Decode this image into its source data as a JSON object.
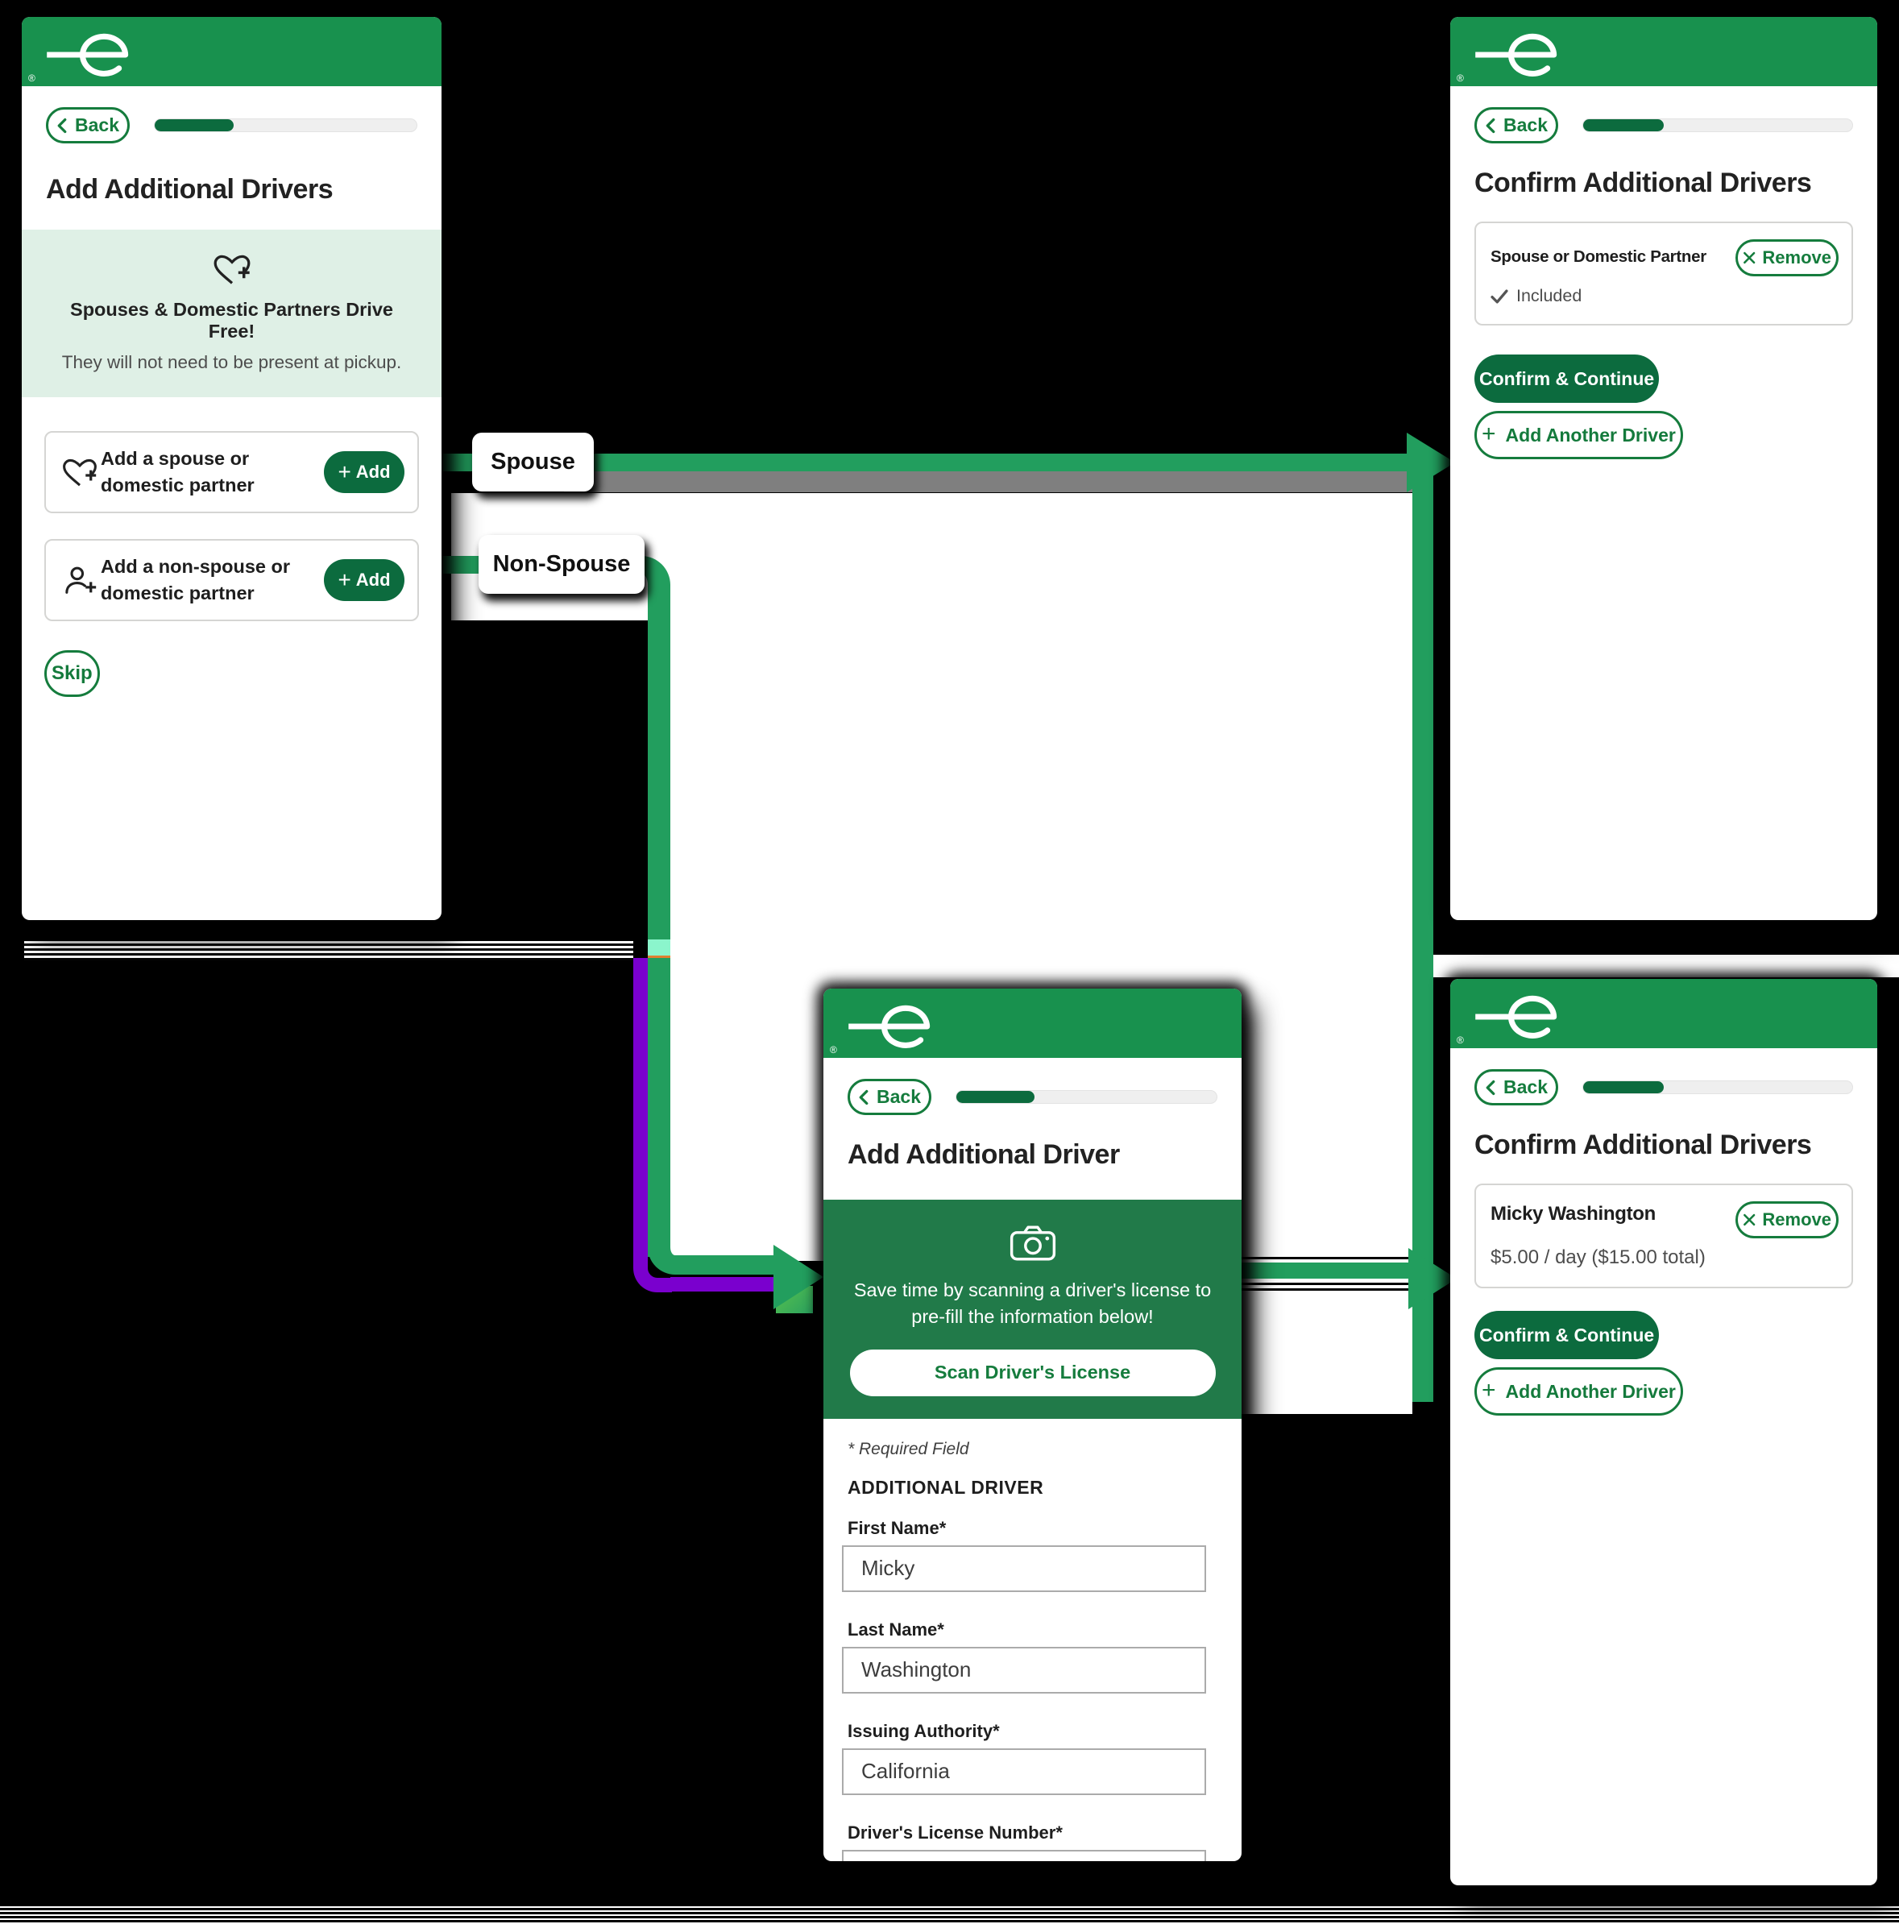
{
  "colors": {
    "brand_green": "#18914E",
    "panel_green": "#217A49",
    "dark_green": "#0C6B3E",
    "outline_green": "#157C3D",
    "connector_green": "#229E5E",
    "connector_purple": "#7A00CE",
    "connector_gray": "#7F7F7F",
    "banner_green": "#DFF0E6"
  },
  "icons": {
    "logo": "enterprise-logo",
    "trademark": "®",
    "back": "chevron-left-icon",
    "heart": "heart-plus-icon",
    "person": "person-plus-icon",
    "camera": "camera-icon",
    "check": "check-icon",
    "close": "close-icon"
  },
  "connectors": {
    "spouse_label": "Spouse",
    "non_spouse_label": "Non-Spouse"
  },
  "screens": {
    "add_drivers": {
      "back_label": "Back",
      "progress_pct": 30,
      "title": "Add Additional Drivers",
      "banner": {
        "title": "Spouses & Domestic Partners Drive Free!",
        "subtitle": "They will not need to be present at pickup."
      },
      "options": [
        {
          "label": "Add a spouse or domestic partner",
          "button": "Add"
        },
        {
          "label": "Add a non-spouse or domestic partner",
          "button": "Add"
        }
      ],
      "skip_label": "Skip"
    },
    "confirm_spouse": {
      "back_label": "Back",
      "progress_pct": 30,
      "title": "Confirm Additional Drivers",
      "card": {
        "name": "Spouse or Domestic Partner",
        "remove_label": "Remove",
        "status": "Included"
      },
      "confirm_label": "Confirm & Continue",
      "add_another_label": "Add Another Driver"
    },
    "add_driver_form": {
      "back_label": "Back",
      "progress_pct": 30,
      "title": "Add Additional Driver",
      "scan_panel": {
        "text": "Save time by scanning a driver's license to pre-fill the information below!",
        "button": "Scan Driver's License"
      },
      "required_note": "* Required Field",
      "section_heading": "ADDITIONAL DRIVER",
      "fields": [
        {
          "label": "First Name*",
          "value": "Micky"
        },
        {
          "label": "Last Name*",
          "value": "Washington"
        },
        {
          "label": "Issuing Authority*",
          "value": "California"
        },
        {
          "label": "Driver's License Number*",
          "value": ""
        }
      ]
    },
    "confirm_driver": {
      "back_label": "Back",
      "progress_pct": 30,
      "title": "Confirm Additional Drivers",
      "card": {
        "name": "Micky Washington",
        "price": "$5.00 / day ($15.00 total)",
        "remove_label": "Remove"
      },
      "confirm_label": "Confirm & Continue",
      "add_another_label": "Add Another Driver"
    }
  }
}
